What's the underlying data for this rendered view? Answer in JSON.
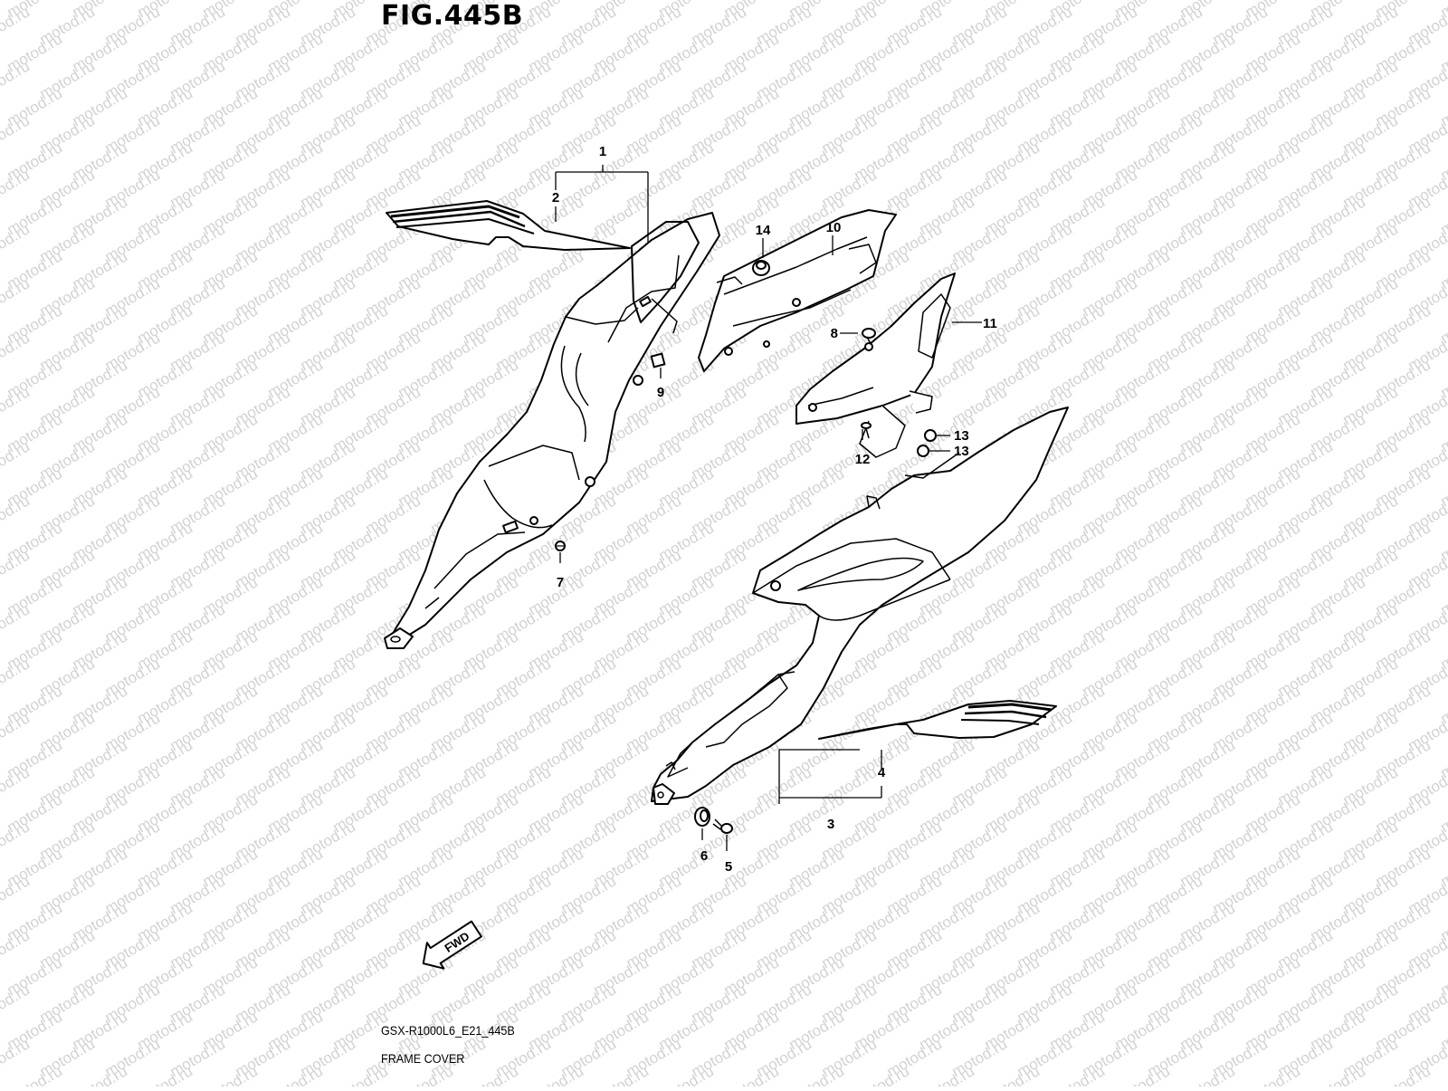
{
  "figure": {
    "title": "FIG.445B",
    "drawing_code": "GSX-R1000L6_E21_445B",
    "caption": "FRAME COVER",
    "watermark": "motod.ru",
    "direction_label": "FWD"
  },
  "callouts": [
    "1",
    "2",
    "3",
    "4",
    "5",
    "6",
    "7",
    "8",
    "9",
    "10",
    "11",
    "12",
    "13",
    "13",
    "14"
  ]
}
